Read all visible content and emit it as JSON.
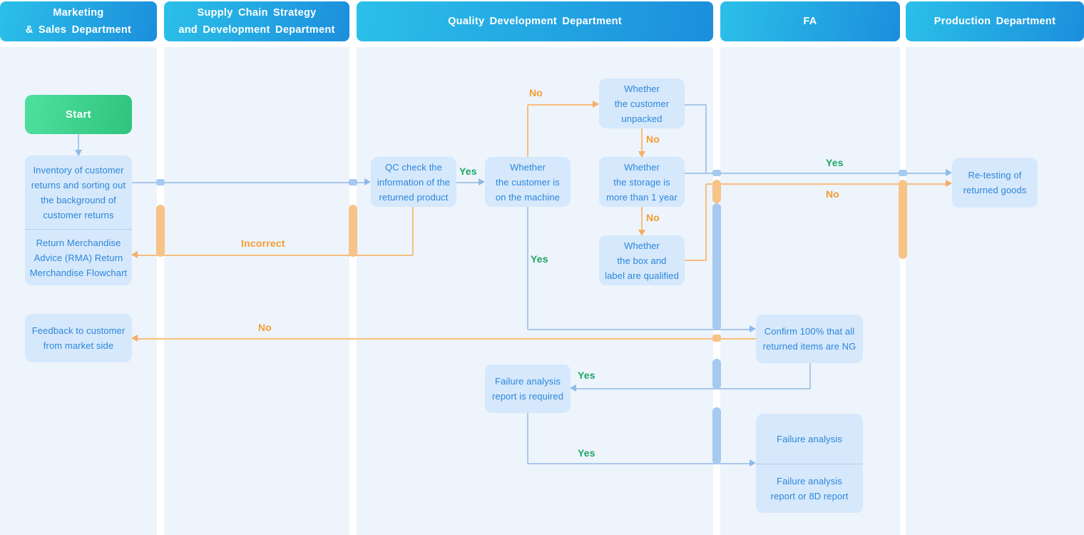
{
  "lanes": [
    {
      "title": "Marketing\n& Sales Department"
    },
    {
      "title": "Supply Chain Strategy\nand Development Department"
    },
    {
      "title": "Quality Development Department"
    },
    {
      "title": "FA"
    },
    {
      "title": "Production Department"
    }
  ],
  "nodes": {
    "start": "Start",
    "inventory": "Inventory of customer\nreturns and sorting out\nthe background of\ncustomer returns",
    "rma": "Return Merchandise\nAdvice (RMA) Return\nMerchandise Flowchart",
    "feedback": "Feedback to customer\nfrom market side",
    "qc_check": "QC check the\ninformation of the\nreturned product",
    "on_machine": "Whether\nthe customer is\non the machine",
    "unpacked": "Whether\nthe customer\nunpacked",
    "storage": "Whether\nthe storage is\nmore than 1 year",
    "box_label": "Whether\nthe box and\nlabel are qualified",
    "confirm_ng": "Confirm 100% that all\nreturned items are NG",
    "fa_required": "Failure analysis\nreport is required",
    "failure_analysis": "Failure analysis",
    "failure_report": "Failure analysis\nreport or 8D report",
    "retest": "Re-testing of\nreturned goods"
  },
  "edge_labels": {
    "yes_qc": "Yes",
    "incorrect": "Incorrect",
    "no_machine_up": "No",
    "no_unpacked_down": "No",
    "no_storage_down": "No",
    "yes_retest": "Yes",
    "no_retest": "No",
    "yes_machine_down": "Yes",
    "no_feedback": "No",
    "yes_report": "Yes",
    "yes_failure": "Yes"
  },
  "colors": {
    "header_gradient_start": "#2BC0E9",
    "header_gradient_end": "#1C8EDC",
    "start_gradient_start": "#4FE09E",
    "start_gradient_end": "#2EC47D",
    "lane_bg": "#EDF4FC",
    "node_bg": "#D6E8FB",
    "node_text": "#2C87DC",
    "blue_line": "#A9C8EA",
    "orange_line": "#F7BD7D",
    "yes_green": "#1EA663",
    "no_orange": "#F59C2F"
  }
}
